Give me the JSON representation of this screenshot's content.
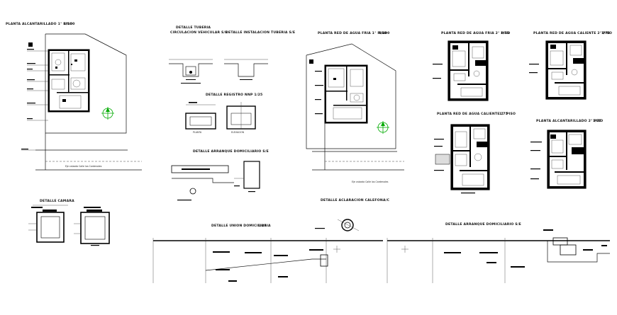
{
  "sheet": {
    "titles": {
      "plan_sewer": "PLANTA ALCANTARILLADO 1° PISO",
      "plan_sewer_scale": "1/100",
      "detail_pipe": "DETALLE TUBERIA",
      "detail_pipe_sub": "CIRCULACION VEHICULAR S/E",
      "detail_install": "DETALLE INSTALACION TUBERIA S/E",
      "detail_box": "DETALLE REGISTRO NNP 1/25",
      "detail_connection": "DETALLE ARRANQUE DOMICILIARIO S/E",
      "plan_cold_water_1": "PLANTA RED DE AGUA FRIA 1° PISO",
      "plan_cold_water_1_scale": "1/100",
      "plan_cold_water_2": "PLANTA RED DE AGUA FRIA 2° PISO",
      "plan_cold_water_2_scale": "1/75",
      "plan_hot_water_2": "PLANTA RED DE AGUA CALIENTE 2° PISO",
      "plan_hot_water_2_scale": "1/75",
      "plan_hot_water_1": "PLANTA RED DE AGUA CALIENTE 1° PISO",
      "plan_hot_water_1_scale": "1/75",
      "plan_sewer_2": "PLANTA ALCANTARILLADO 2° PISO",
      "plan_sewer_2_scale": "1/75",
      "detail_chamber": "DETALLE CAMARA",
      "detail_heater": "DETALLE ACLARACION CALEFON",
      "detail_heater_scale": "A/C",
      "detail_union": "DETALLE UNION DOMICILIARIA",
      "detail_union_scale": "1/25",
      "detail_connection_2": "DETALLE ARRANQUE DOMICILIARIO S/E"
    },
    "street_label_1": "Eje calzada Calle los Cardenales",
    "street_label_2": "Eje calzada Calle los Cardenales",
    "sub_labels": {
      "plant": "PLANTA",
      "elevation": "ELEVACION"
    }
  }
}
